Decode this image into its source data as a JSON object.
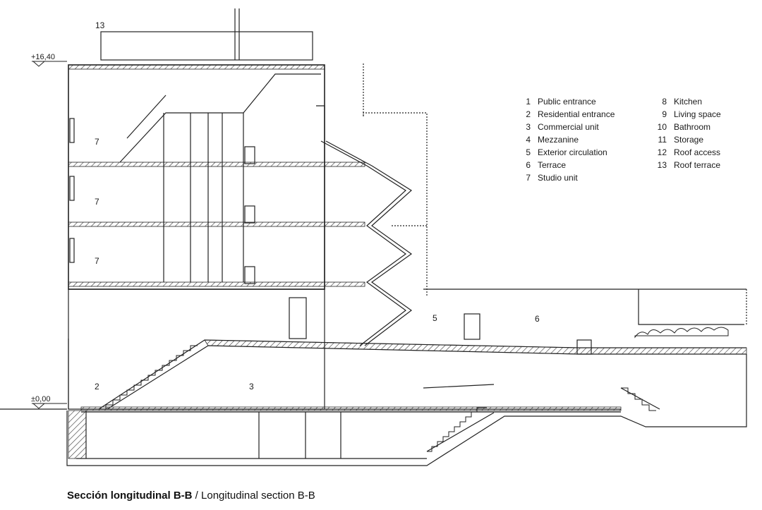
{
  "levels": {
    "top": "+16,40",
    "ground": "±0,00"
  },
  "legend": [
    {
      "num": "1",
      "text": "Public entrance"
    },
    {
      "num": "2",
      "text": "Residential entrance"
    },
    {
      "num": "3",
      "text": "Commercial unit"
    },
    {
      "num": "4",
      "text": "Mezzanine"
    },
    {
      "num": "5",
      "text": "Exterior circulation"
    },
    {
      "num": "6",
      "text": "Terrace"
    },
    {
      "num": "7",
      "text": "Studio unit"
    },
    {
      "num": "8",
      "text": "Kitchen"
    },
    {
      "num": "9",
      "text": "Living space"
    },
    {
      "num": "10",
      "text": "Bathroom"
    },
    {
      "num": "11",
      "text": "Storage"
    },
    {
      "num": "12",
      "text": "Roof access"
    },
    {
      "num": "13",
      "text": "Roof terrace"
    }
  ],
  "room_labels": {
    "roof": "13",
    "studio_top": "7",
    "studio_mid": "7",
    "studio_low": "7",
    "entrance": "2",
    "commercial": "3",
    "circulation": "5",
    "terrace": "6"
  },
  "caption": {
    "bold": "Sección longitudinal B-B",
    "rest": " / Longitudinal section B-B"
  }
}
